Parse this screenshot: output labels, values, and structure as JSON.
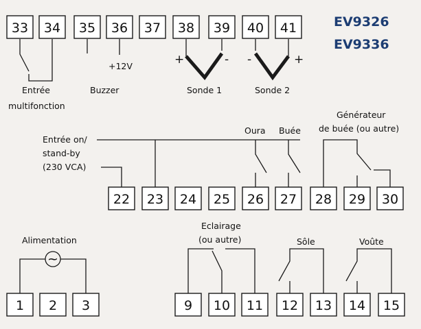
{
  "models": [
    "EV9326",
    "EV9336"
  ],
  "top_terminals": [
    "33",
    "34",
    "35",
    "36",
    "37",
    "38",
    "39",
    "40",
    "41"
  ],
  "mid_terminals": [
    "22",
    "23",
    "24",
    "25",
    "26",
    "27",
    "28",
    "29",
    "30"
  ],
  "bottom_left_terminals": [
    "1",
    "2",
    "3"
  ],
  "bottom_right_terminals": [
    "9",
    "10",
    "11",
    "12",
    "13",
    "14",
    "15"
  ],
  "labels": {
    "multifunction_1": "Entrée",
    "multifunction_2": "multifonction",
    "buzzer": "Buzzer",
    "plus12v": "+12V",
    "probe1": "Sonde 1",
    "probe2": "Sonde 2",
    "probe_plus": "+",
    "probe_minus": "-",
    "onstandby_1": "Entrée on/",
    "onstandby_2": "stand-by",
    "onstandby_3": "(230 VCA)",
    "oura": "Oura",
    "buee": "Buée",
    "generator_1": "Générateur",
    "generator_2": "de buée (ou autre)",
    "power": "Alimentation",
    "ac_symbol": "~",
    "lighting_1": "Eclairage",
    "lighting_2": "(ou autre)",
    "sole": "Sôle",
    "voute": "Voûte"
  }
}
